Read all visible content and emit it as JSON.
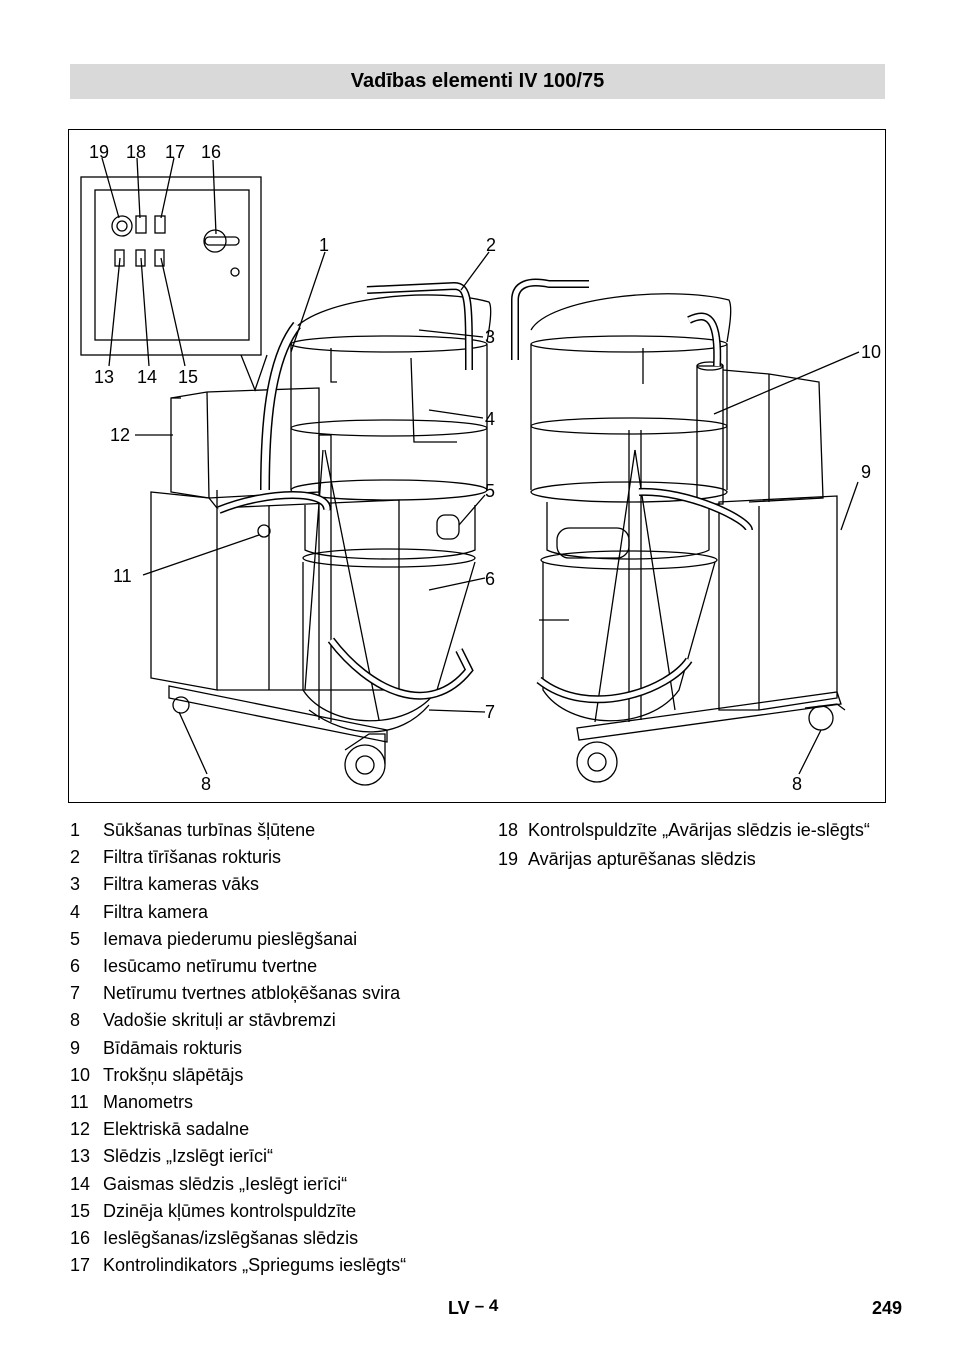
{
  "header": {
    "title": "Vadības elementi IV  100/75"
  },
  "figure": {
    "callouts": [
      "19",
      "18",
      "17",
      "16",
      "1",
      "2",
      "3",
      "10",
      "13",
      "14",
      "15",
      "12",
      "4",
      "9",
      "5",
      "11",
      "6",
      "7",
      "8",
      "8"
    ]
  },
  "legend": {
    "left": [
      {
        "num": "1",
        "text": "Sūkšanas turbīnas šļūtene"
      },
      {
        "num": "2",
        "text": "Filtra tīrīšanas rokturis"
      },
      {
        "num": "3",
        "text": "Filtra kameras vāks"
      },
      {
        "num": "4",
        "text": "Filtra kamera"
      },
      {
        "num": "5",
        "text": "Iemava piederumu pieslēgšanai"
      },
      {
        "num": "6",
        "text": "Iesūcamo netīrumu tvertne"
      },
      {
        "num": "7",
        "text": "Netīrumu tvertnes atbloķēšanas svira"
      },
      {
        "num": "8",
        "text": "Vadošie skrituļi ar stāvbremzi"
      },
      {
        "num": "9",
        "text": "Bīdāmais rokturis"
      },
      {
        "num": "10",
        "text": "Trokšņu slāpētājs"
      },
      {
        "num": "11",
        "text": "Manometrs"
      },
      {
        "num": "12",
        "text": "Elektriskā sadalne"
      },
      {
        "num": "13",
        "text": "Slēdzis „Izslēgt ierīci“"
      },
      {
        "num": "14",
        "text": "Gaismas slēdzis „Ieslēgt ierīci“"
      },
      {
        "num": "15",
        "text": "Dzinēja kļūmes kontrolspuldzīte"
      },
      {
        "num": "16",
        "text": "Ieslēgšanas/izslēgšanas slēdzis"
      },
      {
        "num": "17",
        "text": "Kontrolindikators „Spriegums ieslēgts“"
      }
    ],
    "right": [
      {
        "num": "18",
        "text": "Kontrolspuldzīte „Avārijas slēdzis ie-slēgts“"
      },
      {
        "num": "19",
        "text": "Avārijas apturēšanas slēdzis"
      }
    ]
  },
  "footer": {
    "lang": "LV",
    "dash_page": "– 4",
    "page_number": "249"
  }
}
